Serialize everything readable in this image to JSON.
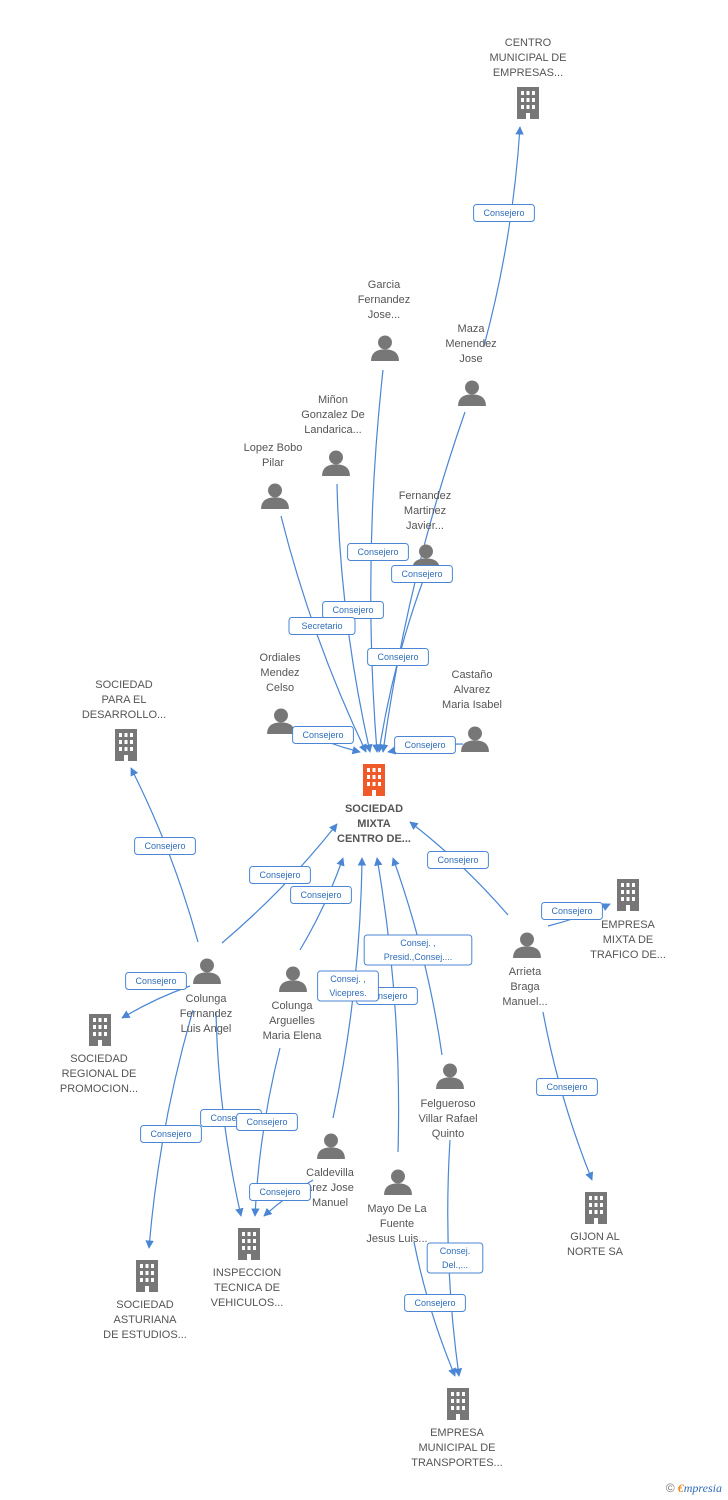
{
  "center": {
    "label": [
      "SOCIEDAD",
      "MIXTA",
      "CENTRO DE..."
    ],
    "icon": "building-icon",
    "color": "#f05a28"
  },
  "companies": [
    {
      "id": "centro_municipal",
      "label": [
        "CENTRO",
        "MUNICIPAL DE",
        "EMPRESAS..."
      ]
    },
    {
      "id": "sociedad_desarrollo",
      "label": [
        "SOCIEDAD",
        "PARA EL",
        "DESARROLLO..."
      ]
    },
    {
      "id": "empresa_mixta_trafico",
      "label": [
        "EMPRESA",
        "MIXTA DE",
        "TRAFICO DE..."
      ]
    },
    {
      "id": "sociedad_regional",
      "label": [
        "SOCIEDAD",
        "REGIONAL DE",
        "PROMOCION..."
      ]
    },
    {
      "id": "gijon_al_norte",
      "label": [
        "GIJON AL",
        "NORTE SA"
      ]
    },
    {
      "id": "inspeccion_tecnica",
      "label": [
        "INSPECCION",
        "TECNICA DE",
        "VEHICULOS..."
      ]
    },
    {
      "id": "sociedad_asturiana",
      "label": [
        "SOCIEDAD",
        "ASTURIANA",
        "DE ESTUDIOS..."
      ]
    },
    {
      "id": "empresa_municipal_transportes",
      "label": [
        "EMPRESA",
        "MUNICIPAL DE",
        "TRANSPORTES..."
      ]
    }
  ],
  "persons": [
    {
      "id": "garcia",
      "label": [
        "Garcia",
        "Fernandez",
        "Jose..."
      ]
    },
    {
      "id": "maza",
      "label": [
        "Maza",
        "Menendez",
        "Jose"
      ]
    },
    {
      "id": "minon",
      "label": [
        "Miñon",
        "Gonzalez De",
        "Landarica..."
      ]
    },
    {
      "id": "lopez",
      "label": [
        "Lopez Bobo",
        "Pilar"
      ]
    },
    {
      "id": "fernandez_martinez",
      "label": [
        "Fernandez",
        "Martinez",
        "Javier..."
      ]
    },
    {
      "id": "ordiales",
      "label": [
        "Ordiales",
        "Mendez",
        "Celso"
      ]
    },
    {
      "id": "castano",
      "label": [
        "Castaño",
        "Alvarez",
        "Maria Isabel"
      ]
    },
    {
      "id": "colunga_fernandez",
      "label": [
        "Colunga",
        "Fernandez",
        "Luis Angel"
      ]
    },
    {
      "id": "colunga_arguelles",
      "label": [
        "Colunga",
        "Arguelles",
        "Maria Elena"
      ]
    },
    {
      "id": "arrieta",
      "label": [
        "Arrieta",
        "Braga",
        "Manuel..."
      ]
    },
    {
      "id": "felgueroso",
      "label": [
        "Felgueroso",
        "Villar Rafael",
        "Quinto"
      ]
    },
    {
      "id": "caldevilla",
      "label": [
        "Caldevilla",
        "arez Jose",
        "Manuel"
      ]
    },
    {
      "id": "mayo",
      "label": [
        "Mayo De La",
        "Fuente",
        "Jesus Luis..."
      ]
    }
  ],
  "relations": [
    {
      "id": "r_maza_centro",
      "label": [
        "Consejero"
      ]
    },
    {
      "id": "r_garcia",
      "label": [
        "Consejero"
      ]
    },
    {
      "id": "r_maza",
      "label": [
        "Consejero"
      ]
    },
    {
      "id": "r_minon",
      "label": [
        "Consejero"
      ]
    },
    {
      "id": "r_lopez",
      "label": [
        "Secretario"
      ]
    },
    {
      "id": "r_fernandez",
      "label": [
        "Consejero"
      ]
    },
    {
      "id": "r_ordiales",
      "label": [
        "Consejero"
      ]
    },
    {
      "id": "r_castano",
      "label": [
        "Consejero"
      ]
    },
    {
      "id": "r_cf_desarrollo",
      "label": [
        "Consejero"
      ]
    },
    {
      "id": "r_cf_center",
      "label": [
        "Consejero"
      ]
    },
    {
      "id": "r_ca_center",
      "label": [
        "Consejero"
      ]
    },
    {
      "id": "r_arrieta_center",
      "label": [
        "Consejero"
      ]
    },
    {
      "id": "r_arrieta_trafico",
      "label": [
        "Consejero"
      ]
    },
    {
      "id": "r_felgueroso_center",
      "label": [
        "Consej. ,",
        "Presid.,Consej...."
      ]
    },
    {
      "id": "r_mayo_center",
      "label": [
        "Consejero"
      ]
    },
    {
      "id": "r_caldevilla_center",
      "label": [
        "Consej. ,",
        "Vicepres."
      ]
    },
    {
      "id": "r_cf_regional",
      "label": [
        "Consejero"
      ]
    },
    {
      "id": "r_cf_asturiana",
      "label": [
        "Consejero"
      ]
    },
    {
      "id": "r_cf_inspeccion",
      "label": [
        "Consejero"
      ]
    },
    {
      "id": "r_ca_inspeccion",
      "label": [
        "Consejero"
      ]
    },
    {
      "id": "r_caldevilla_inspeccion",
      "label": [
        "Consejero"
      ]
    },
    {
      "id": "r_arrieta_gijon",
      "label": [
        "Consejero"
      ]
    },
    {
      "id": "r_felgueroso_emt",
      "label": [
        "Consej.",
        "Del.,..."
      ]
    },
    {
      "id": "r_mayo_emt",
      "label": [
        "Consejero"
      ]
    }
  ],
  "footer": {
    "copyright": "©",
    "brand_e": "€",
    "brand_rest": "mpresia"
  },
  "colors": {
    "edge": "#4a86d4",
    "icon": "#777777",
    "center": "#f05a28"
  }
}
